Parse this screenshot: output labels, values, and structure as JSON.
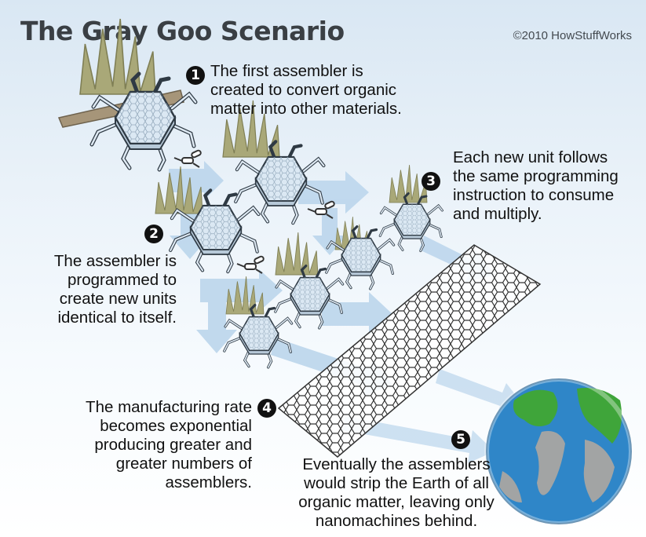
{
  "title": "The Gray Goo Scenario",
  "copyright": "©2010 HowStuffWorks",
  "steps": [
    {
      "number": "1",
      "text": "The first assembler is\ncreated to convert organic\nmatter into other materials."
    },
    {
      "number": "2",
      "text": "The assembler is\nprogrammed to\ncreate new units\nidentical to itself."
    },
    {
      "number": "3",
      "text": "Each new unit follows\nthe same programming\ninstruction to consume\nand multiply."
    },
    {
      "number": "4",
      "text": "The manufacturing rate\nbecomes exponential\nproducing greater and\ngreater numbers of\nassemblers."
    },
    {
      "number": "5",
      "text": "Eventually the assemblers\nwould strip the Earth of all\norganic matter, leaving only\nnanomachines behind."
    }
  ],
  "colors": {
    "background_top": "#d9e7f3",
    "arrow": "#bcd6ec",
    "assembler_body": "#dbe8f3",
    "assembler_outline": "#3a4550",
    "grass": "#a9a878",
    "ocean": "#2f86c8",
    "land": "#3fa53a"
  }
}
